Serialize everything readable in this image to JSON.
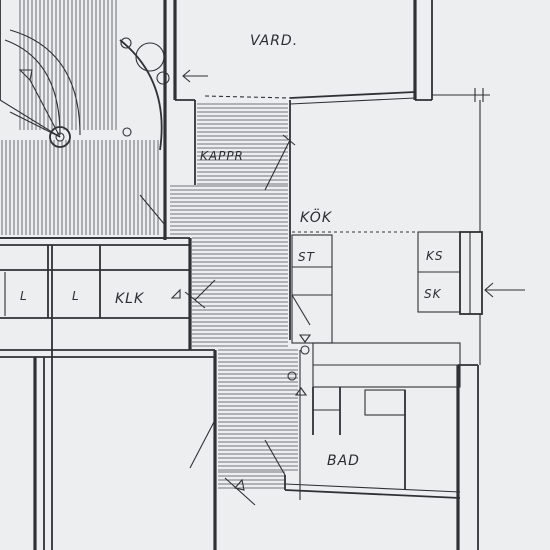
{
  "rooms": {
    "vard": "VARD.",
    "kappr": "KAPPR",
    "kok": "KÖK",
    "st": "ST",
    "ks": "KS",
    "sk": "SK",
    "klk": "KLK",
    "l1": "L",
    "l2": "L",
    "bad": "BAD"
  },
  "colors": {
    "paper": "#eceef0",
    "ink": "#2f3134"
  },
  "icons": [
    "entry-arrow-icon",
    "entry-arrow-icon",
    "door-swing-icon",
    "spiral-stair-icon"
  ]
}
